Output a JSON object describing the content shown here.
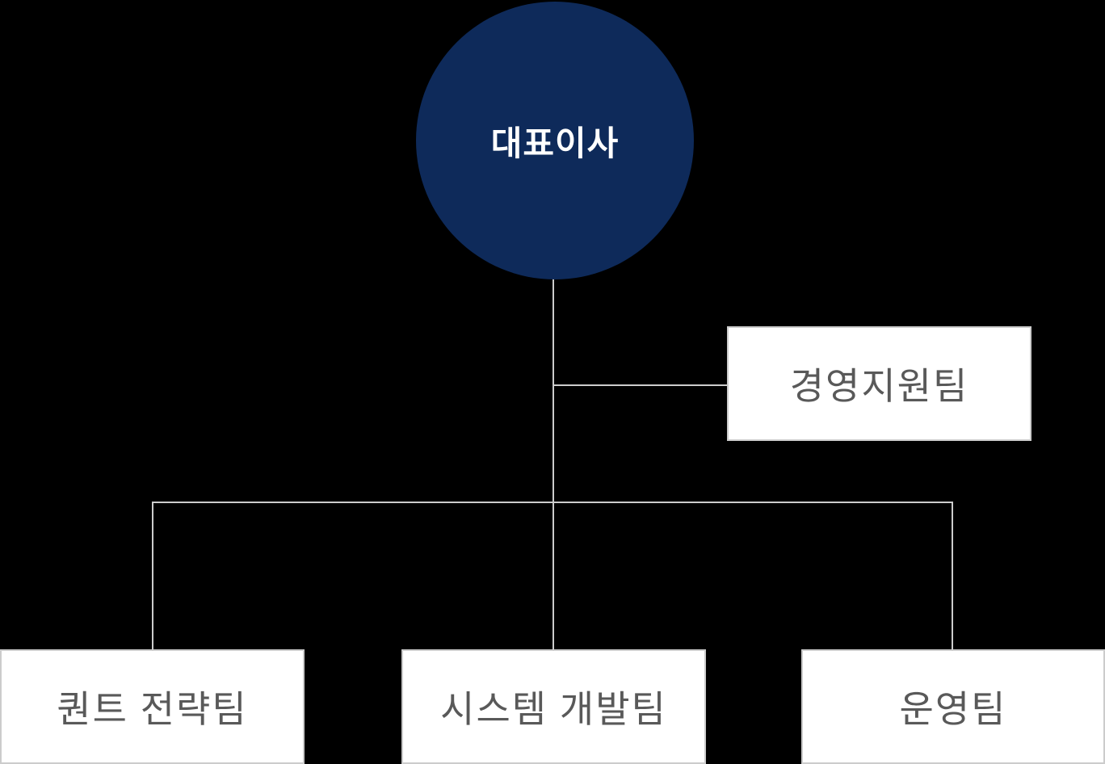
{
  "chart": {
    "type": "org-chart",
    "root": {
      "label": "대표이사"
    },
    "staff": {
      "label": "경영지원팀"
    },
    "teams": [
      {
        "label": "퀀트 전략팀"
      },
      {
        "label": "시스템 개발팀"
      },
      {
        "label": "운영팀"
      }
    ]
  },
  "colors": {
    "background": "#000000",
    "root_fill": "#0e2a5a",
    "root_text": "#ffffff",
    "box_bg": "#ffffff",
    "box_border": "#cccccc",
    "box_text": "#595959",
    "line": "#cccccc"
  }
}
